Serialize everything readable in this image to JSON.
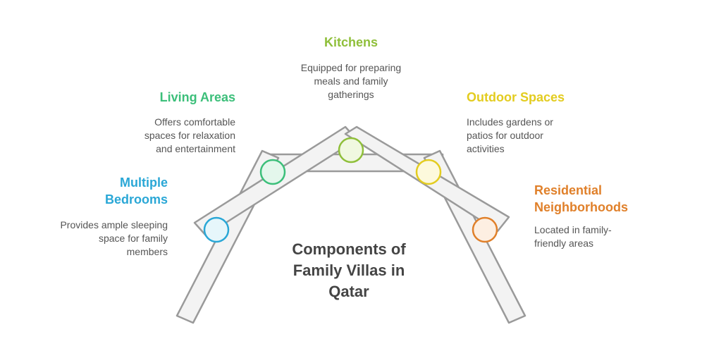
{
  "center_title": "Components of\nFamily Villas in\nQatar",
  "items": [
    {
      "key": "multiple-bedrooms",
      "title": "Multiple\nBedrooms",
      "description": "Provides ample sleeping\nspace for family\nmembers",
      "color": "#2aa7d6",
      "fill": "#e6f6fb"
    },
    {
      "key": "living-areas",
      "title": "Living Areas",
      "description": "Offers comfortable\nspaces for relaxation\nand entertainment",
      "color": "#3cbf7a",
      "fill": "#e4f7ec"
    },
    {
      "key": "kitchens",
      "title": "Kitchens",
      "description": "Equipped for preparing\nmeals and family\ngatherings",
      "color": "#8fbf3a",
      "fill": "#f0f8e0"
    },
    {
      "key": "outdoor-spaces",
      "title": "Outdoor Spaces",
      "description": "Includes gardens or\npatios for outdoor\nactivities",
      "color": "#e3cc1f",
      "fill": "#fdf9dc"
    },
    {
      "key": "residential-neighborhoods",
      "title": "Residential\nNeighborhoods",
      "description": "Located in family-\nfriendly areas",
      "color": "#e0802a",
      "fill": "#fdefe2"
    }
  ]
}
